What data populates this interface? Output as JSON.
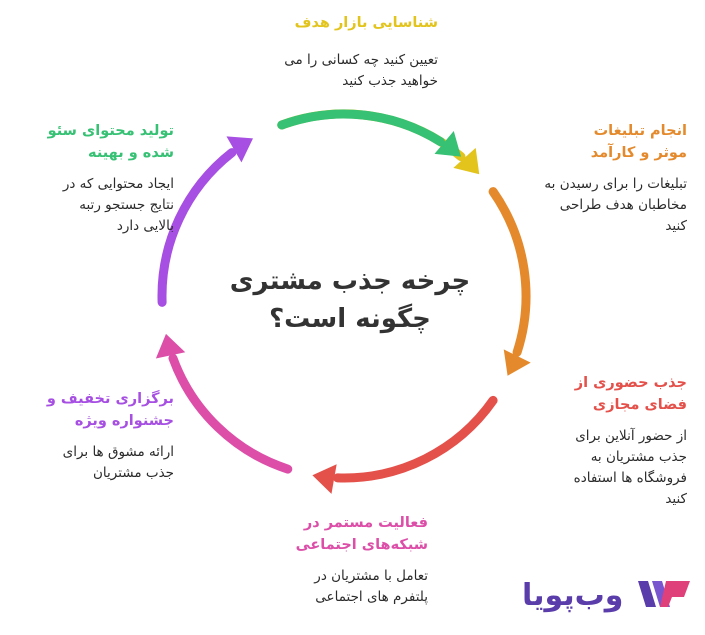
{
  "center": {
    "line1": "چرخه جذب مشتری",
    "line2": "چگونه است؟"
  },
  "stages": [
    {
      "title": "شناسایی بازار هدف",
      "desc": [
        "تعیین کنید چه کسانی را می",
        "خواهید جذب کنید"
      ],
      "color": "#e2c41d"
    },
    {
      "title": [
        "انجام تبلیغات",
        "موثر و کارآمد"
      ],
      "desc": [
        "تبلیغات را برای رسیدن به",
        "مخاطبان هدف طراحی",
        "کنید"
      ],
      "color": "#e48a2c"
    },
    {
      "title": [
        "جذب حضوری از",
        "فضای مجازی"
      ],
      "desc": [
        "از حضور آنلاین برای",
        "جذب مشتریان به",
        "فروشگاه ها استفاده",
        "کنید"
      ],
      "color": "#e4504a"
    },
    {
      "title": [
        "فعالیت مستمر در",
        "شبکه‌های اجتماعی"
      ],
      "desc": [
        "تعامل با مشتریان در",
        "پلتفرم های اجتماعی"
      ],
      "color": "#dc4ea8"
    },
    {
      "title": [
        "برگزاری تخفیف و",
        "جشنواره ویژه"
      ],
      "desc": [
        "ارائه مشوق ها برای",
        "جذب مشتریان"
      ],
      "color": "#a64fe2"
    },
    {
      "title": [
        "تولید محتوای سئو",
        "شده و بهینه"
      ],
      "desc": [
        "ایجاد محتوایی که در",
        "نتایج جستجو رتبه",
        "بالایی دارد"
      ],
      "color": "#36c174"
    }
  ],
  "logo": {
    "text": "وب‌پویا",
    "mark": "wp-mark-icon",
    "color": "#5a3daa",
    "accent": "#e0407a"
  }
}
